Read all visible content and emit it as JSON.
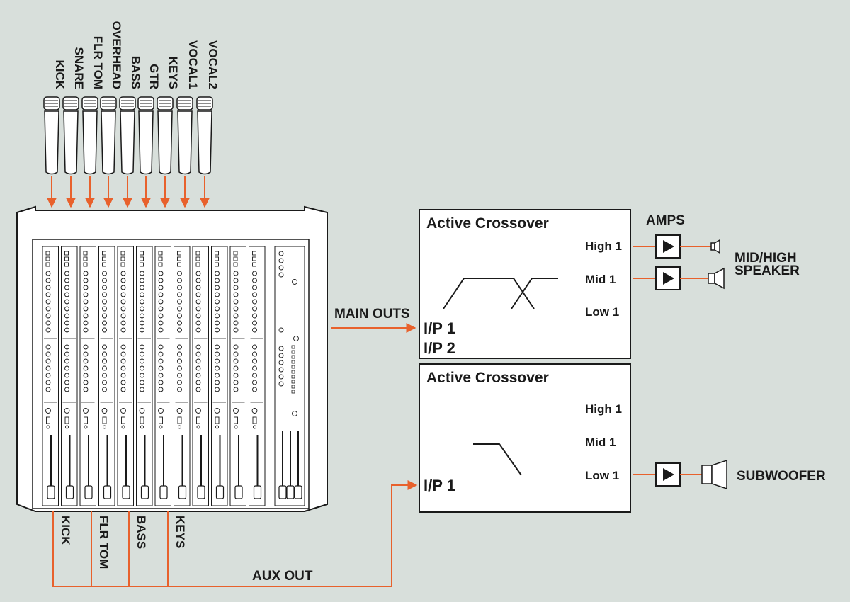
{
  "inputs": {
    "mics": [
      "KICK",
      "SNARE",
      "FLR TOM",
      "OVERHEAD",
      "BASS",
      "GTR",
      "KEYS",
      "VOCAL1",
      "VOCAL2"
    ]
  },
  "mixer": {
    "main_outs_label": "MAIN OUTS",
    "aux_out_label": "AUX OUT",
    "aux_sends": [
      "KICK",
      "FLR TOM",
      "BASS",
      "KEYS"
    ]
  },
  "crossover_top": {
    "title": "Active Crossover",
    "inputs": [
      "I/P 1",
      "I/P 2"
    ],
    "bands": [
      "High 1",
      "Mid 1",
      "Low 1"
    ]
  },
  "crossover_bottom": {
    "title": "Active Crossover",
    "inputs": [
      "I/P 1"
    ],
    "bands": [
      "High 1",
      "Mid 1",
      "Low 1"
    ]
  },
  "outputs": {
    "amps_label": "AMPS",
    "mid_high_speaker_label": [
      "MID/HIGH",
      "SPEAKER"
    ],
    "subwoofer_label": "SUBWOOFER"
  },
  "colors": {
    "signal": "#e8612c",
    "ink": "#1a1a1a",
    "background": "#d8dfdb"
  }
}
